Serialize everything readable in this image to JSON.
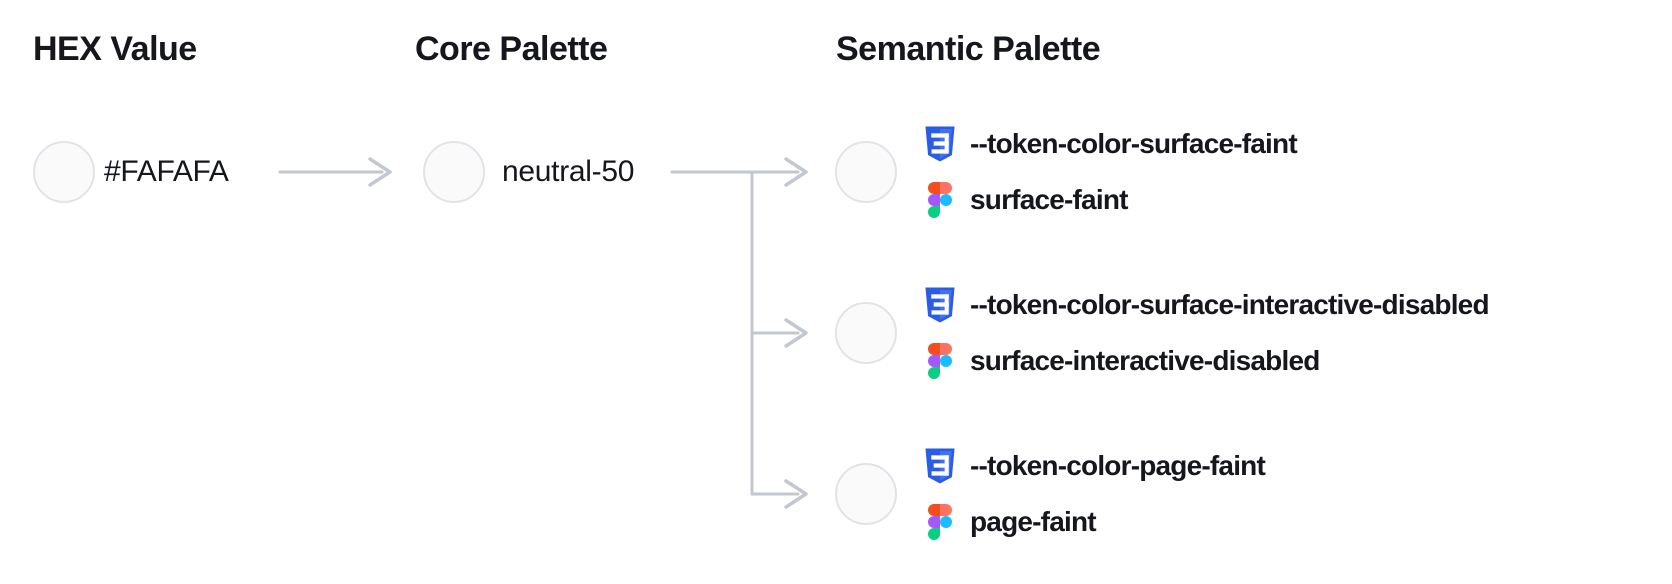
{
  "headers": {
    "hex": "HEX Value",
    "core": "Core Palette",
    "semantic": "Semantic Palette"
  },
  "hex_value": "#FAFAFA",
  "core_token": "neutral-50",
  "semantic_tokens": [
    {
      "css_variable": "--token-color-surface-faint",
      "figma_token": "surface-faint"
    },
    {
      "css_variable": "--token-color-surface-interactive-disabled",
      "figma_token": "surface-interactive-disabled"
    },
    {
      "css_variable": "--token-color-page-faint",
      "figma_token": "page-faint"
    }
  ],
  "icons": {
    "css": "css3-shield-icon",
    "figma": "figma-logo-icon"
  },
  "colors": {
    "page_background": "#ffffff",
    "text": "#15171c",
    "arrow": "#c3c7cf",
    "swatch_fill": "#fafafa",
    "swatch_border": "#e1e3e8",
    "css_blue": "#2b5ce7",
    "css_blue_light": "#4272ef",
    "figma_orange": "#f24e1e",
    "figma_salmon": "#ff7262",
    "figma_purple": "#a259ff",
    "figma_blue": "#1abcfe",
    "figma_green": "#0acf83"
  }
}
